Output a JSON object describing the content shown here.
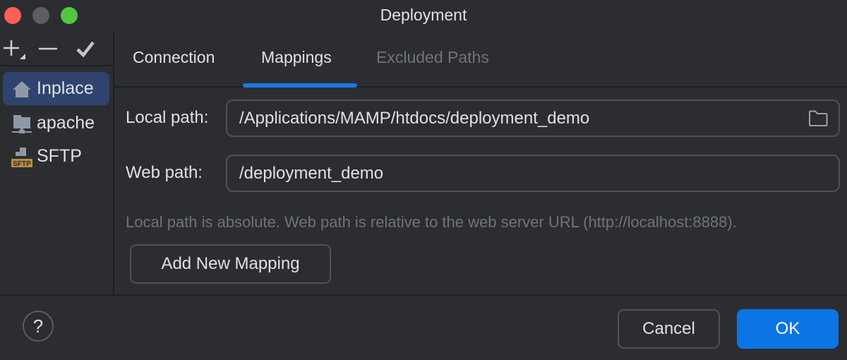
{
  "window": {
    "title": "Deployment",
    "controls": [
      "close",
      "minimize",
      "maximize"
    ]
  },
  "sidebar": {
    "toolbar": [
      {
        "name": "add-icon",
        "label": "+"
      },
      {
        "name": "remove-icon",
        "label": "—"
      },
      {
        "name": "check-icon",
        "label": "✓"
      }
    ],
    "items": [
      {
        "label": "Inplace",
        "icon": "home-icon",
        "selected": true
      },
      {
        "label": "apache",
        "icon": "network-folder-icon",
        "selected": false
      },
      {
        "label": "SFTP",
        "icon": "sftp-icon",
        "selected": false
      }
    ]
  },
  "tabs": [
    {
      "label": "Connection",
      "active": false,
      "enabled": true
    },
    {
      "label": "Mappings",
      "active": true,
      "enabled": true
    },
    {
      "label": "Excluded Paths",
      "active": false,
      "enabled": false
    }
  ],
  "mappings": {
    "local_path_label": "Local path:",
    "local_path_value": "/Applications/MAMP/htdocs/deployment_demo",
    "web_path_label": "Web path:",
    "web_path_value": "/deployment_demo",
    "hint": "Local path is absolute. Web path is relative to the web server URL (http://localhost:8888).",
    "add_button": "Add New Mapping"
  },
  "footer": {
    "help": "?",
    "cancel": "Cancel",
    "ok": "OK"
  },
  "colors": {
    "background": "#2b2d30",
    "accent": "#1a76e5",
    "selection": "#2e436e",
    "primary_button": "#0c74e5"
  }
}
